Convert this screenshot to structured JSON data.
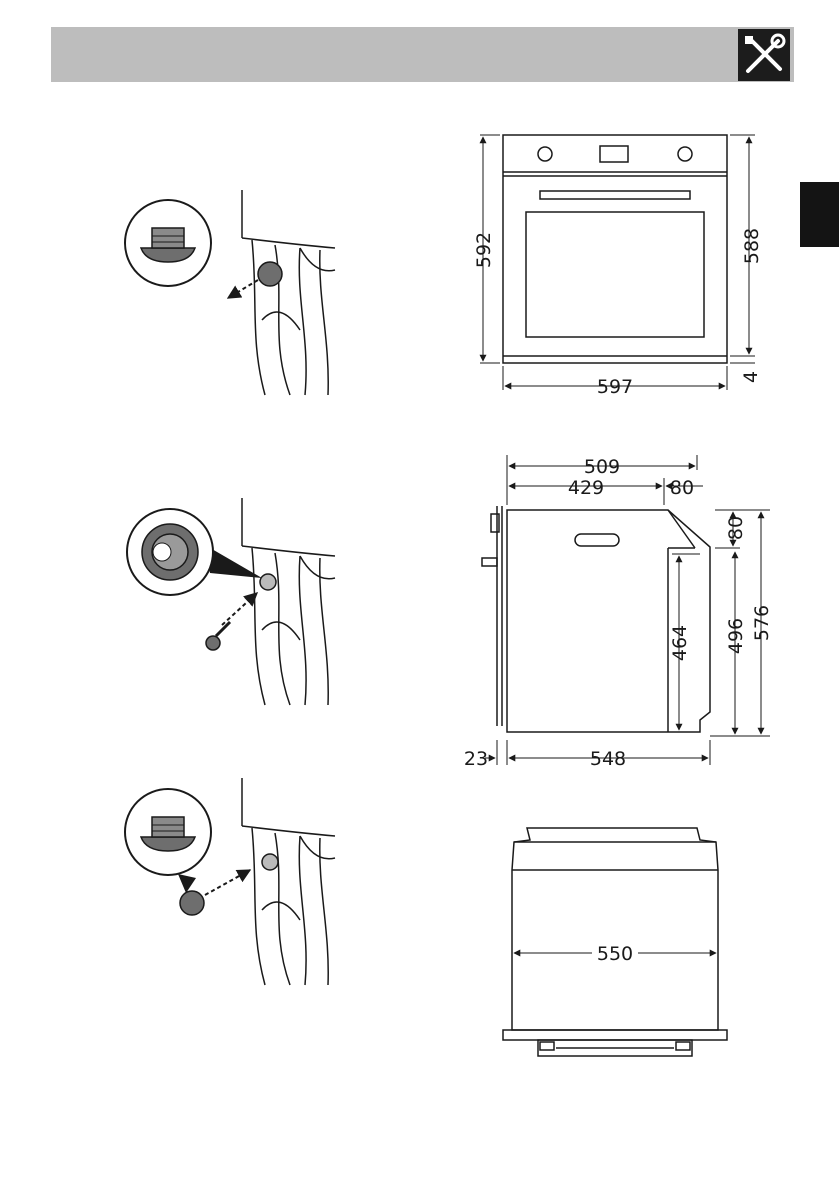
{
  "header": {
    "icon": "tools-icon"
  },
  "front_view": {
    "height_overall": "592",
    "height_body": "588",
    "width": "597",
    "bottom_gap": "4"
  },
  "side_view": {
    "depth_509": "509",
    "depth_429": "429",
    "top_80": "80",
    "right_80": "80",
    "height_464": "464",
    "height_496": "496",
    "height_576": "576",
    "front_23": "23",
    "depth_548": "548"
  },
  "top_view": {
    "width_550": "550"
  }
}
